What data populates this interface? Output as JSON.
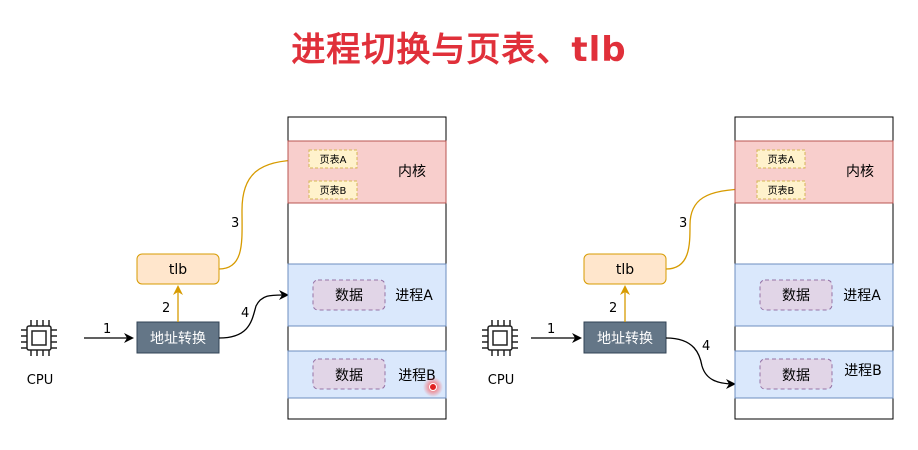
{
  "title": "进程切换与页表、tlb",
  "diagrams": [
    {
      "cpu_label": "CPU",
      "addr_label": "地址转换",
      "tlb_label": "tlb",
      "kernel_label": "内核",
      "page_table_a": "页表A",
      "page_table_b": "页表B",
      "proc_a_label": "进程A",
      "proc_b_label": "进程B",
      "data_a_label": "数据",
      "data_b_label": "数据",
      "edge1": "1",
      "edge2": "2",
      "edge3": "3",
      "edge4": "4"
    },
    {
      "cpu_label": "CPU",
      "addr_label": "地址转换",
      "tlb_label": "tlb",
      "kernel_label": "内核",
      "page_table_a": "页表A",
      "page_table_b": "页表B",
      "proc_a_label": "进程A",
      "proc_b_label": "进程B",
      "data_a_label": "数据",
      "data_b_label": "数据",
      "edge1": "1",
      "edge2": "2",
      "edge3": "3",
      "edge4": "4"
    }
  ],
  "colors": {
    "title": "#e0303a",
    "kernel_fill": "#f8cecc",
    "kernel_stroke": "#b85450",
    "process_fill": "#dae8fc",
    "process_stroke": "#6c8ebf",
    "tlb_fill": "#ffe6cc",
    "tlb_stroke": "#d79b00",
    "addr_fill": "#647687",
    "page_fill": "#fff2cc",
    "page_stroke": "#d6b656",
    "data_fill": "#e1d5e7",
    "data_stroke": "#9673a6"
  }
}
